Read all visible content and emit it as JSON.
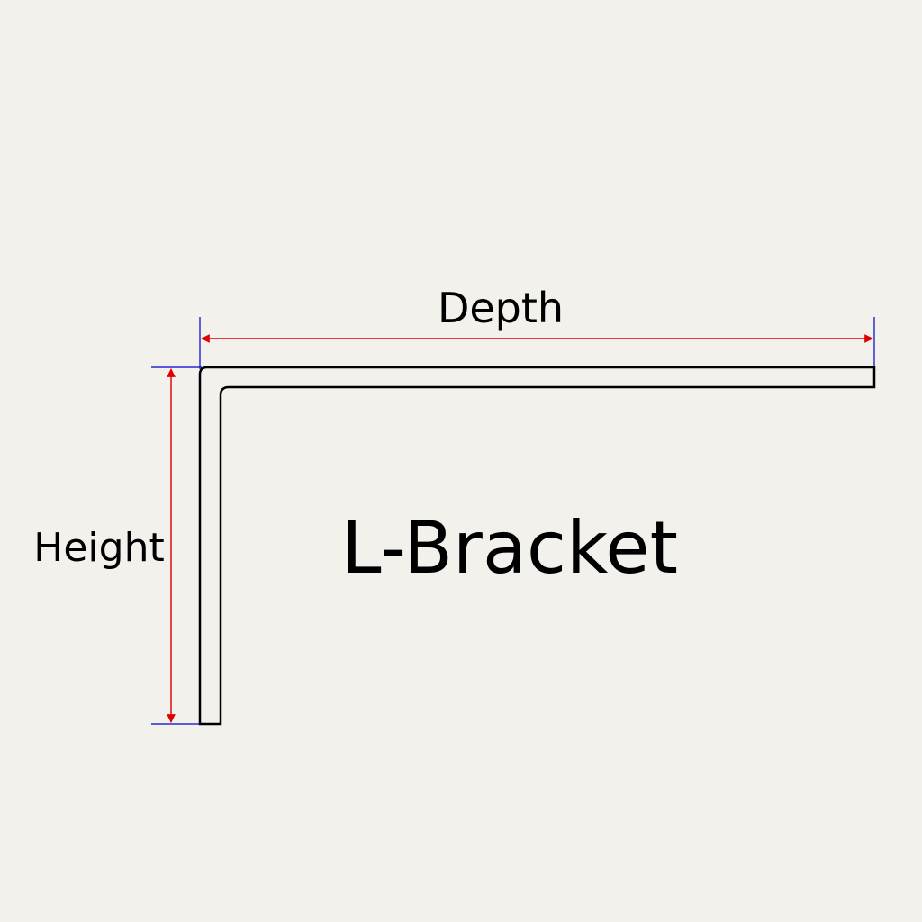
{
  "diagram": {
    "title": "L-Bracket",
    "depth_label": "Depth",
    "height_label": "Height",
    "colors": {
      "background": "#f3f1ec",
      "outline": "#000000",
      "dimension_arrow": "#e00000",
      "extension_line": "#0000cc"
    }
  }
}
